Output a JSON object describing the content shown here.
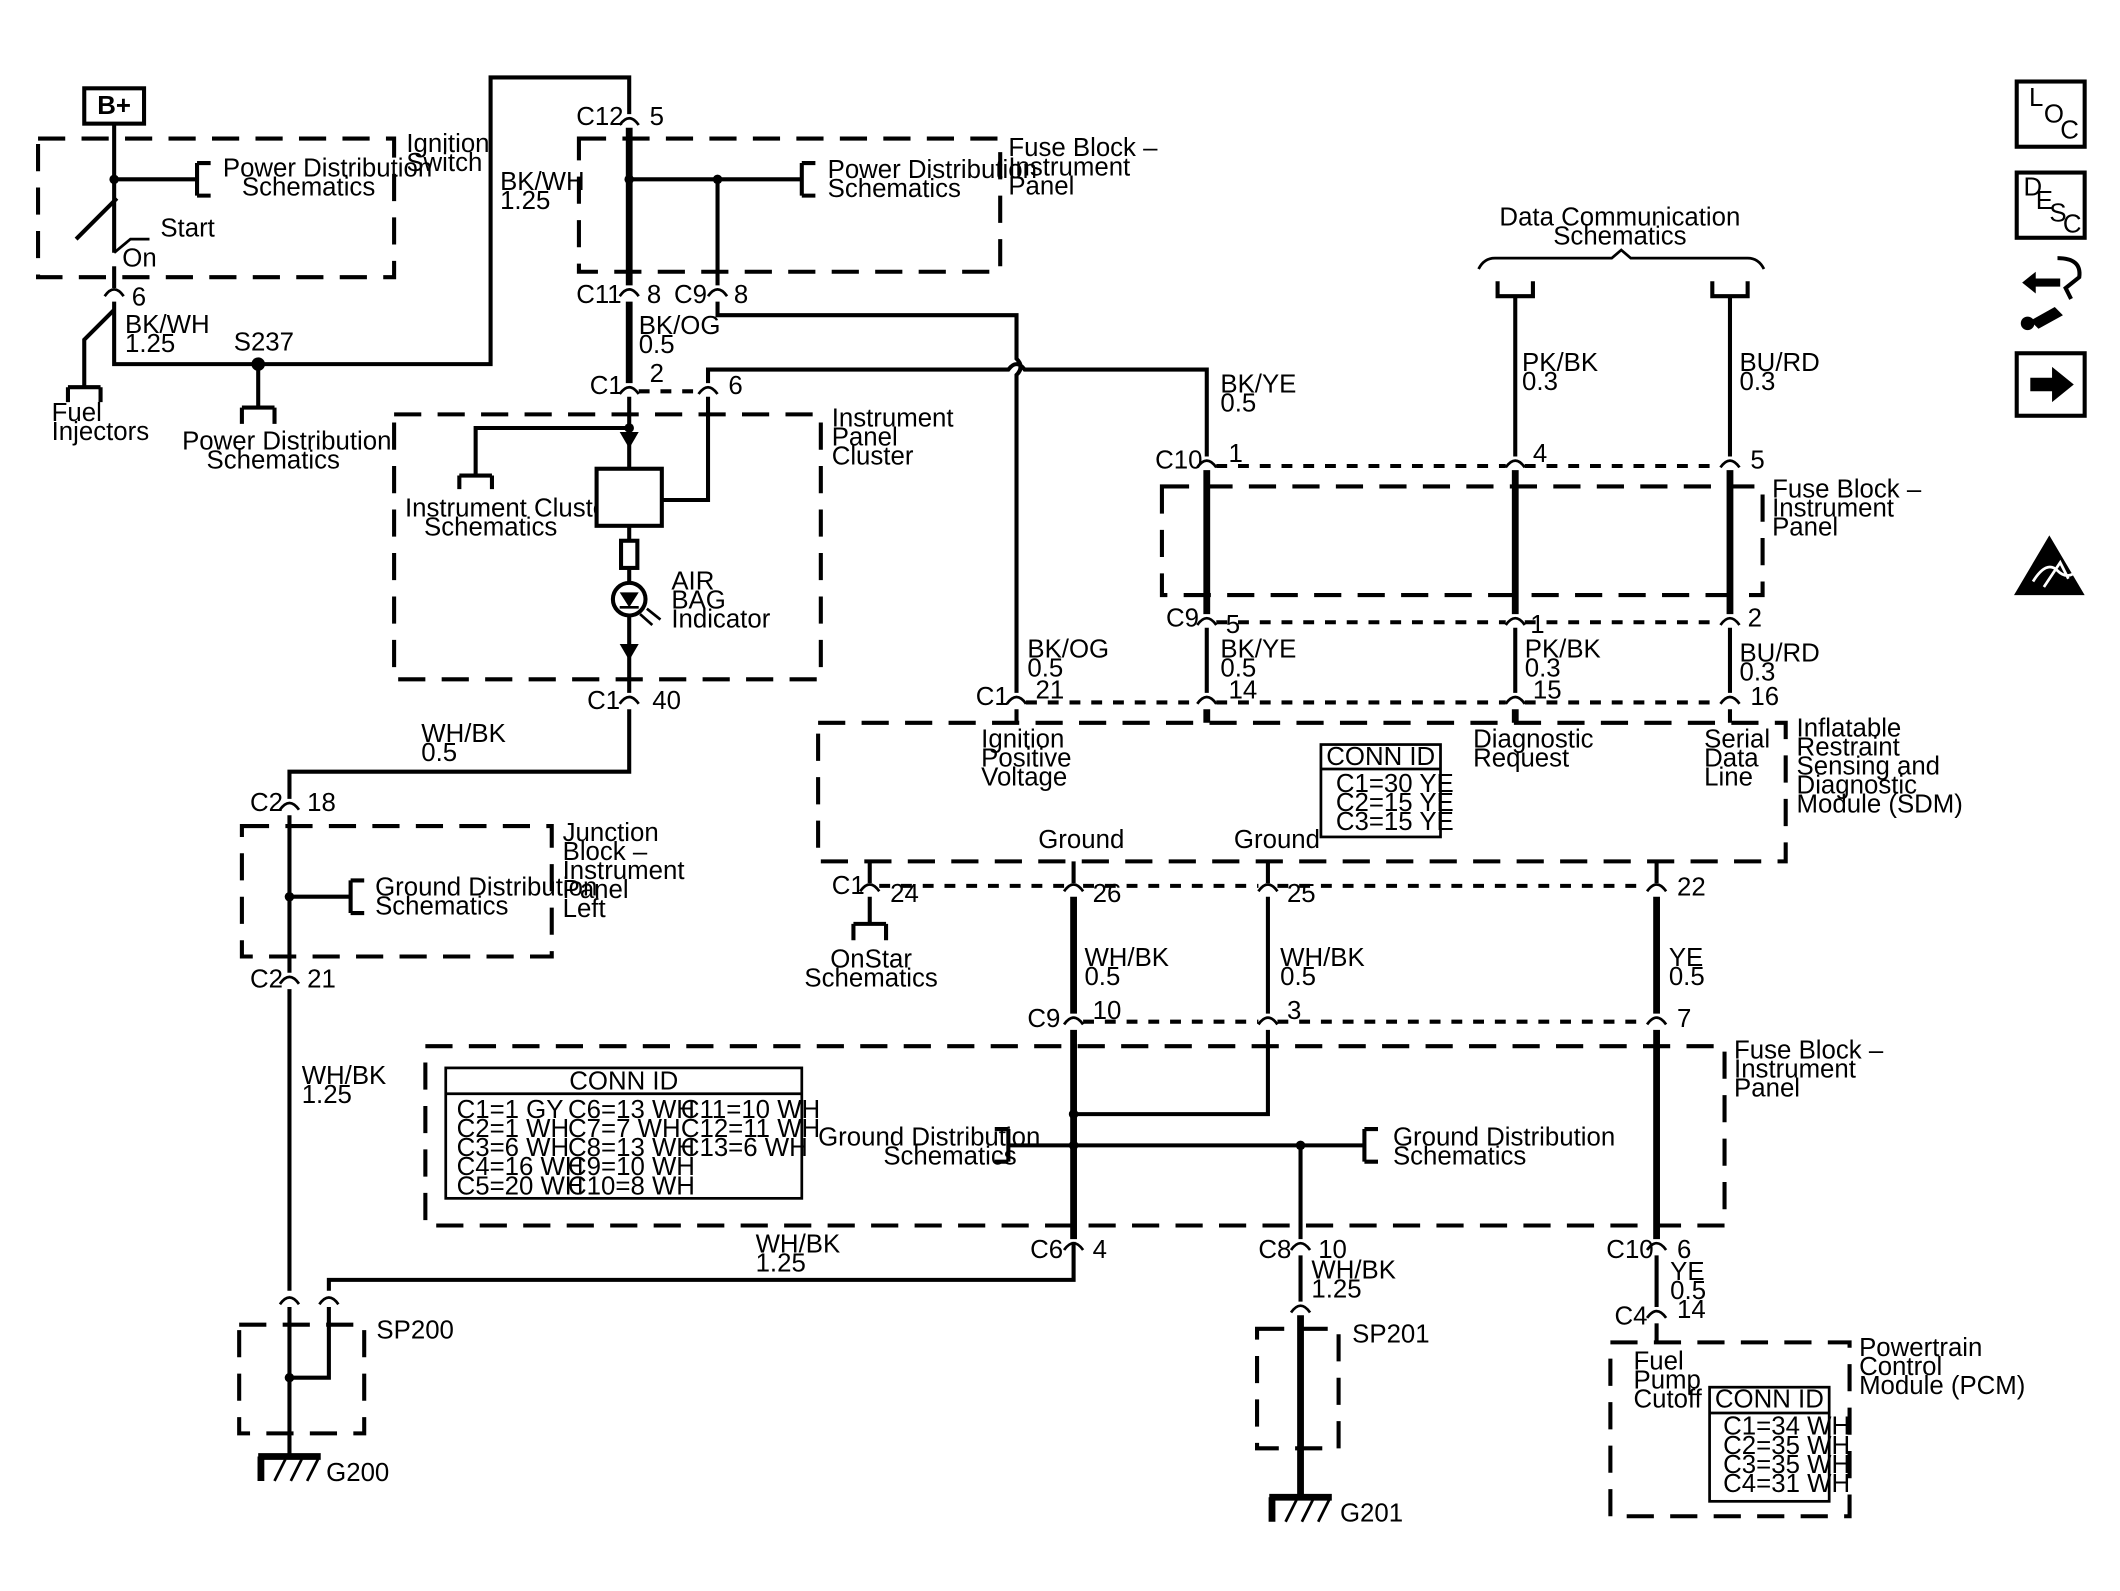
{
  "battery": "B+",
  "ignition_switch": {
    "label_1": "Ignition",
    "label_2": "Switch",
    "start": "Start",
    "on": "On"
  },
  "ign_pin": "6",
  "fuel_injectors": {
    "line1": "Fuel",
    "line2": "Injectors"
  },
  "splice_s237": "S237",
  "wires": {
    "bkwh_top": {
      "color": "BK/WH",
      "gauge": "1.25"
    },
    "bkwh_left": {
      "color": "BK/WH",
      "gauge": "1.25"
    },
    "bkog_top": {
      "color": "BK/OG",
      "gauge": "0.5"
    },
    "whbk_cluster": {
      "color": "WH/BK",
      "gauge": "0.5"
    },
    "whbk_left": {
      "color": "WH/BK",
      "gauge": "1.25"
    },
    "bkye_top": {
      "color": "BK/YE",
      "gauge": "0.5"
    },
    "pkbk_top": {
      "color": "PK/BK",
      "gauge": "0.3"
    },
    "burd_top": {
      "color": "BU/RD",
      "gauge": "0.3"
    },
    "bkog_mid": {
      "color": "BK/OG",
      "gauge": "0.5"
    },
    "bkye_mid": {
      "color": "BK/YE",
      "gauge": "0.5"
    },
    "pkbk_mid": {
      "color": "PK/BK",
      "gauge": "0.3"
    },
    "burd_mid": {
      "color": "BU/RD",
      "gauge": "0.3"
    },
    "whbk_g26": {
      "color": "WH/BK",
      "gauge": "0.5"
    },
    "whbk_g25": {
      "color": "WH/BK",
      "gauge": "0.5"
    },
    "ye_22": {
      "color": "YE",
      "gauge": "0.5"
    },
    "whbk_sp200": {
      "color": "WH/BK",
      "gauge": "1.25"
    },
    "whbk_sp201": {
      "color": "WH/BK",
      "gauge": "1.25"
    },
    "ye_pcm": {
      "color": "YE",
      "gauge": "0.5"
    }
  },
  "connectors": {
    "c12": {
      "name": "C12",
      "pin": "5"
    },
    "c11": {
      "name": "C11",
      "pin": "8"
    },
    "c9_top": {
      "name": "C9",
      "pin": "8"
    },
    "c1_top": {
      "name": "C1",
      "pin": "2"
    },
    "c1_top_b": {
      "pin": "6"
    },
    "c1_40": {
      "name": "C1",
      "pin": "40"
    },
    "c2_18": {
      "name": "C2",
      "pin": "18"
    },
    "c2_21": {
      "name": "C2",
      "pin": "21"
    },
    "c10_1": {
      "name": "C10",
      "pin": "1"
    },
    "c10_4": {
      "pin": "4"
    },
    "c10_5": {
      "pin": "5"
    },
    "c9_5": {
      "name": "C9",
      "pin": "5"
    },
    "c9_1": {
      "pin": "1"
    },
    "c9_2": {
      "pin": "2"
    },
    "c1_21": {
      "name": "C1",
      "pin": "21"
    },
    "c1_14": {
      "pin": "14"
    },
    "c1_15": {
      "pin": "15"
    },
    "c1_16": {
      "pin": "16"
    },
    "c1_24": {
      "name": "C1",
      "pin": "24"
    },
    "c1_26": {
      "pin": "26"
    },
    "c1_25": {
      "pin": "25"
    },
    "c1_22": {
      "pin": "22"
    },
    "c9_10": {
      "name": "C9",
      "pin": "10"
    },
    "c9_3": {
      "pin": "3"
    },
    "c9_7": {
      "pin": "7"
    },
    "c6_4": {
      "name": "C6",
      "pin": "4"
    },
    "c8_10": {
      "name": "C8",
      "pin": "10"
    },
    "c10_6": {
      "name": "C10",
      "pin": "6"
    },
    "c4_14": {
      "name": "C4",
      "pin": "14"
    }
  },
  "blocks": {
    "fuse_ip_top": {
      "l1": "Fuse Block –",
      "l2": "Instrument",
      "l3": "Panel"
    },
    "fuse_ip_right": {
      "l1": "Fuse Block –",
      "l2": "Instrument",
      "l3": "Panel"
    },
    "fuse_ip_bottom": {
      "l1": "Fuse Block –",
      "l2": "Instrument",
      "l3": "Panel"
    },
    "ip_cluster": {
      "l1": "Instrument",
      "l2": "Panel",
      "l3": "Cluster"
    },
    "junction_block": {
      "l1": "Junction",
      "l2": "Block –",
      "l3": "Instrument",
      "l4": "Panel",
      "l5": "Left"
    },
    "sdm": {
      "l1": "Inflatable",
      "l2": "Restraint",
      "l3": "Sensing and",
      "l4": "Diagnostic",
      "l5": "Module (SDM)"
    },
    "pcm": {
      "l1": "Powertrain",
      "l2": "Control",
      "l3": "Module (PCM)"
    }
  },
  "refs": {
    "pd_ign": {
      "l1": "Power Distribution",
      "l2": "Schematics"
    },
    "pd_s237": {
      "l1": "Power Distribution",
      "l2": "Schematics"
    },
    "pd_fuse": {
      "l1": "Power Distribution",
      "l2": "Schematics"
    },
    "ic_sch": {
      "l1": "Instrument Cluster",
      "l2": "Schematics"
    },
    "data_comm": {
      "l1": "Data Communication",
      "l2": "Schematics"
    },
    "gd_jb": {
      "l1": "Ground Distribution",
      "l2": "Schematics"
    },
    "onstar": {
      "l1": "OnStar",
      "l2": "Schematics"
    },
    "gd_fb_left": {
      "l1": "Ground Distribution",
      "l2": "Schematics"
    },
    "gd_fb_right": {
      "l1": "Ground Distribution",
      "l2": "Schematics"
    }
  },
  "airbag": {
    "l1": "AIR",
    "l2": "BAG",
    "l3": "Indicator"
  },
  "sdm_pins": {
    "ign": {
      "l1": "Ignition",
      "l2": "Positive",
      "l3": "Voltage"
    },
    "diag": {
      "l1": "Diagnostic",
      "l2": "Request"
    },
    "serial": {
      "l1": "Serial",
      "l2": "Data",
      "l3": "Line"
    },
    "ground1": "Ground",
    "ground2": "Ground"
  },
  "pcm_pin": {
    "l1": "Fuel",
    "l2": "Pump",
    "l3": "Cutoff"
  },
  "conn_id_sdm": {
    "title": "CONN ID",
    "rows": [
      "C1=30 YE",
      "C2=15 YE",
      "C3=15 YE"
    ]
  },
  "conn_id_fuse": {
    "title": "CONN ID",
    "col1": [
      "C1=1 GY",
      "C2=1 WH",
      "C3=6 WH",
      "C4=16 WH",
      "C5=20 WH"
    ],
    "col2": [
      "C6=13 WH",
      "C7=7 WH",
      "C8=13 WH",
      "C9=10 WH",
      "C10=8 WH"
    ],
    "col3": [
      "C11=10 WH",
      "C12=11 WH",
      "C13=6 WH"
    ]
  },
  "conn_id_pcm": {
    "title": "CONN ID",
    "rows": [
      "C1=34 WH",
      "C2=35 WH",
      "C3=35 WH",
      "C4=31 WH"
    ]
  },
  "splices": {
    "sp200": "SP200",
    "sp201": "SP201"
  },
  "grounds": {
    "g200": "G200",
    "g201": "G201"
  },
  "side_icons": {
    "loc_l": "L",
    "loc_o": "O",
    "loc_c": "C",
    "desc_d": "D",
    "desc_e": "E",
    "desc_s": "S",
    "desc_c": "C"
  }
}
